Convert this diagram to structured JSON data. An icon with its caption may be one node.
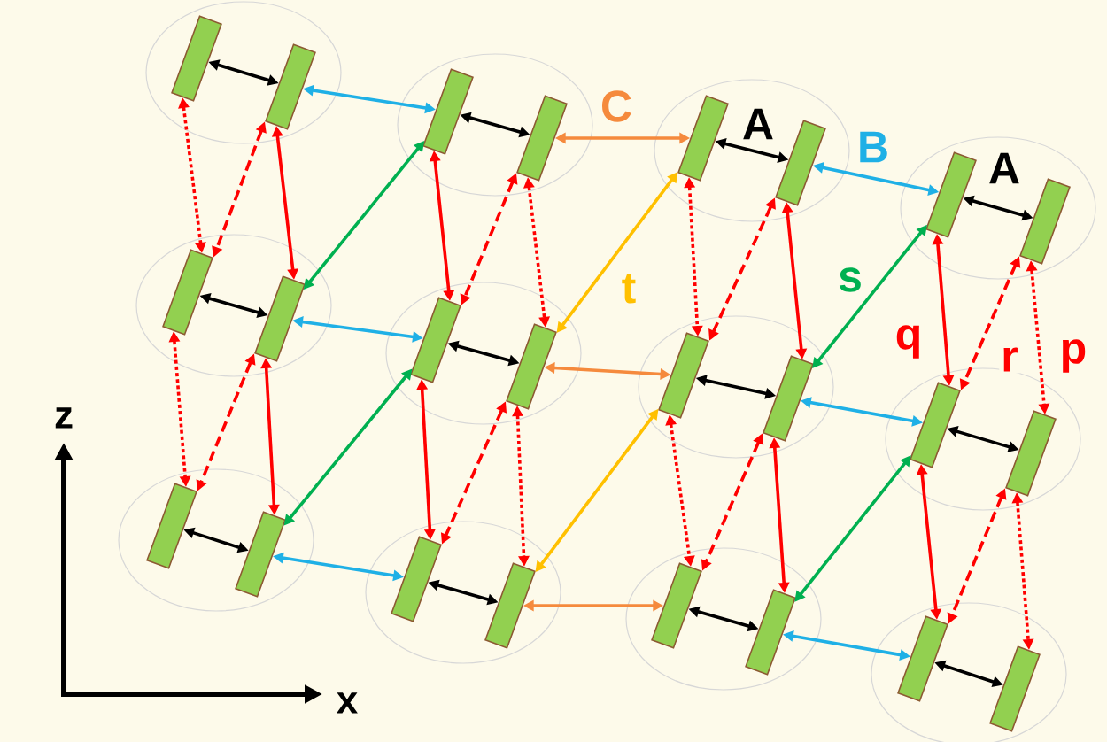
{
  "diagram": {
    "nodes": [
      {
        "text": [],
        "shape": "ellipse"
      },
      {
        "text": [],
        "shape": "bar",
        "in": 0
      },
      {
        "text": [],
        "shape": "bar",
        "in": 0
      },
      {
        "text": [],
        "shape": "ellipse"
      },
      {
        "text": [],
        "shape": "bar",
        "in": 3
      },
      {
        "text": [],
        "shape": "bar",
        "in": 3
      },
      {
        "text": [],
        "shape": "ellipse"
      },
      {
        "text": [],
        "shape": "bar",
        "in": 6
      },
      {
        "text": [],
        "shape": "bar",
        "in": 6
      },
      {
        "text": [],
        "shape": "ellipse"
      },
      {
        "text": [],
        "shape": "bar",
        "in": 9
      },
      {
        "text": [],
        "shape": "bar",
        "in": 9
      },
      {
        "text": [],
        "shape": "ellipse"
      },
      {
        "text": [],
        "shape": "bar",
        "in": 12
      },
      {
        "text": [],
        "shape": "bar",
        "in": 12
      },
      {
        "text": [],
        "shape": "ellipse"
      },
      {
        "text": [],
        "shape": "bar",
        "in": 15
      },
      {
        "text": [],
        "shape": "bar",
        "in": 15
      },
      {
        "text": [],
        "shape": "ellipse"
      },
      {
        "text": [],
        "shape": "bar",
        "in": 18
      },
      {
        "text": [],
        "shape": "bar",
        "in": 18
      },
      {
        "text": [],
        "shape": "ellipse"
      },
      {
        "text": [],
        "shape": "bar",
        "in": 21
      },
      {
        "text": [],
        "shape": "bar",
        "in": 21
      },
      {
        "text": [],
        "shape": "ellipse"
      },
      {
        "text": [],
        "shape": "bar",
        "in": 24
      },
      {
        "text": [],
        "shape": "bar",
        "in": 24
      },
      {
        "text": [],
        "shape": "ellipse"
      },
      {
        "text": [],
        "shape": "bar",
        "in": 27
      },
      {
        "text": [],
        "shape": "bar",
        "in": 27
      },
      {
        "text": [],
        "shape": "ellipse"
      },
      {
        "text": [],
        "shape": "bar",
        "in": 30
      },
      {
        "text": [],
        "shape": "bar",
        "in": 30
      },
      {
        "text": [],
        "shape": "ellipse"
      },
      {
        "text": [],
        "shape": "bar",
        "in": 33
      },
      {
        "text": [],
        "shape": "bar",
        "in": 33
      }
    ],
    "edges": [
      {
        "from": 1,
        "to": 2,
        "arrow": "both",
        "color": "#000000"
      },
      {
        "from": 4,
        "to": 5,
        "arrow": "both",
        "color": "#000000"
      },
      {
        "from": 7,
        "to": 8,
        "arrow": "both",
        "color": "#000000",
        "label": "A"
      },
      {
        "from": 10,
        "to": 11,
        "arrow": "both",
        "color": "#000000",
        "label": "A"
      },
      {
        "from": 13,
        "to": 14,
        "arrow": "both",
        "color": "#000000"
      },
      {
        "from": 16,
        "to": 17,
        "arrow": "both",
        "color": "#000000"
      },
      {
        "from": 19,
        "to": 20,
        "arrow": "both",
        "color": "#000000"
      },
      {
        "from": 22,
        "to": 23,
        "arrow": "both",
        "color": "#000000"
      },
      {
        "from": 25,
        "to": 26,
        "arrow": "both",
        "color": "#000000"
      },
      {
        "from": 28,
        "to": 29,
        "arrow": "both",
        "color": "#000000"
      },
      {
        "from": 31,
        "to": 32,
        "arrow": "both",
        "color": "#000000"
      },
      {
        "from": 34,
        "to": 35,
        "arrow": "both",
        "color": "#000000"
      },
      {
        "from": 2,
        "to": 4,
        "arrow": "both",
        "color": "#1fb0e6"
      },
      {
        "from": 14,
        "to": 16,
        "arrow": "both",
        "color": "#1fb0e6"
      },
      {
        "from": 26,
        "to": 28,
        "arrow": "both",
        "color": "#1fb0e6"
      },
      {
        "from": 8,
        "to": 10,
        "arrow": "both",
        "color": "#1fb0e6",
        "label": "B"
      },
      {
        "from": 20,
        "to": 22,
        "arrow": "both",
        "color": "#1fb0e6"
      },
      {
        "from": 32,
        "to": 34,
        "arrow": "both",
        "color": "#1fb0e6"
      },
      {
        "from": 5,
        "to": 7,
        "arrow": "both",
        "color": "#f58a3d",
        "label": "C"
      },
      {
        "from": 17,
        "to": 19,
        "arrow": "both",
        "color": "#f58a3d"
      },
      {
        "from": 29,
        "to": 31,
        "arrow": "both",
        "color": "#f58a3d"
      },
      {
        "from": 1,
        "to": 13,
        "arrow": "both",
        "style": "dashed"
      },
      {
        "from": 2,
        "to": 13,
        "arrow": "both",
        "style": "dashed"
      },
      {
        "from": 2,
        "to": 14,
        "arrow": "both"
      },
      {
        "from": 4,
        "to": 16,
        "arrow": "both"
      },
      {
        "from": 5,
        "to": 16,
        "arrow": "both",
        "style": "dashed"
      },
      {
        "from": 5,
        "to": 17,
        "arrow": "both",
        "style": "dashed"
      },
      {
        "from": 7,
        "to": 19,
        "arrow": "both",
        "style": "dashed"
      },
      {
        "from": 8,
        "to": 19,
        "arrow": "both",
        "style": "dashed"
      },
      {
        "from": 8,
        "to": 20,
        "arrow": "both"
      },
      {
        "from": 10,
        "to": 22,
        "arrow": "both",
        "label": "q"
      },
      {
        "from": 11,
        "to": 22,
        "arrow": "both",
        "style": "dashed",
        "label": "r"
      },
      {
        "from": 11,
        "to": 23,
        "arrow": "both",
        "style": "dashed",
        "label": "p"
      },
      {
        "from": 13,
        "to": 25,
        "arrow": "both",
        "style": "dashed"
      },
      {
        "from": 14,
        "to": 25,
        "arrow": "both",
        "style": "dashed"
      },
      {
        "from": 14,
        "to": 26,
        "arrow": "both"
      },
      {
        "from": 16,
        "to": 28,
        "arrow": "both"
      },
      {
        "from": 17,
        "to": 28,
        "arrow": "both",
        "style": "dashed"
      },
      {
        "from": 17,
        "to": 29,
        "arrow": "both",
        "style": "dashed"
      },
      {
        "from": 19,
        "to": 31,
        "arrow": "both",
        "style": "dashed"
      },
      {
        "from": 20,
        "to": 31,
        "arrow": "both",
        "style": "dashed"
      },
      {
        "from": 20,
        "to": 32,
        "arrow": "both"
      },
      {
        "from": 22,
        "to": 34,
        "arrow": "both"
      },
      {
        "from": 23,
        "to": 34,
        "arrow": "both",
        "style": "dashed"
      },
      {
        "from": 23,
        "to": 35,
        "arrow": "both",
        "style": "dashed"
      },
      {
        "from": 14,
        "to": 4,
        "arrow": "both",
        "color": "#00b050"
      },
      {
        "from": 26,
        "to": 16,
        "arrow": "both",
        "color": "#00b050"
      },
      {
        "from": 20,
        "to": 10,
        "arrow": "both",
        "color": "#00b050",
        "label": "s"
      },
      {
        "from": 32,
        "to": 22,
        "arrow": "both",
        "color": "#00b050"
      },
      {
        "from": 17,
        "to": 7,
        "arrow": "both",
        "color": "#ffc000",
        "label": "t"
      },
      {
        "from": 29,
        "to": 19,
        "arrow": "both",
        "color": "#ffc000"
      }
    ],
    "labels": [
      "z",
      "x"
    ]
  }
}
